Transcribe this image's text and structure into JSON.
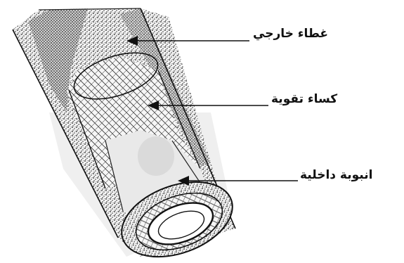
{
  "labels": {
    "outer_cover": "غطاء خارجي",
    "reinforcement": "كساء تقوية",
    "inner_tube": "انبوبة داخلية"
  },
  "colors": {
    "ink": "#111111",
    "paper": "#ffffff",
    "shade": "#e9e9e9"
  }
}
